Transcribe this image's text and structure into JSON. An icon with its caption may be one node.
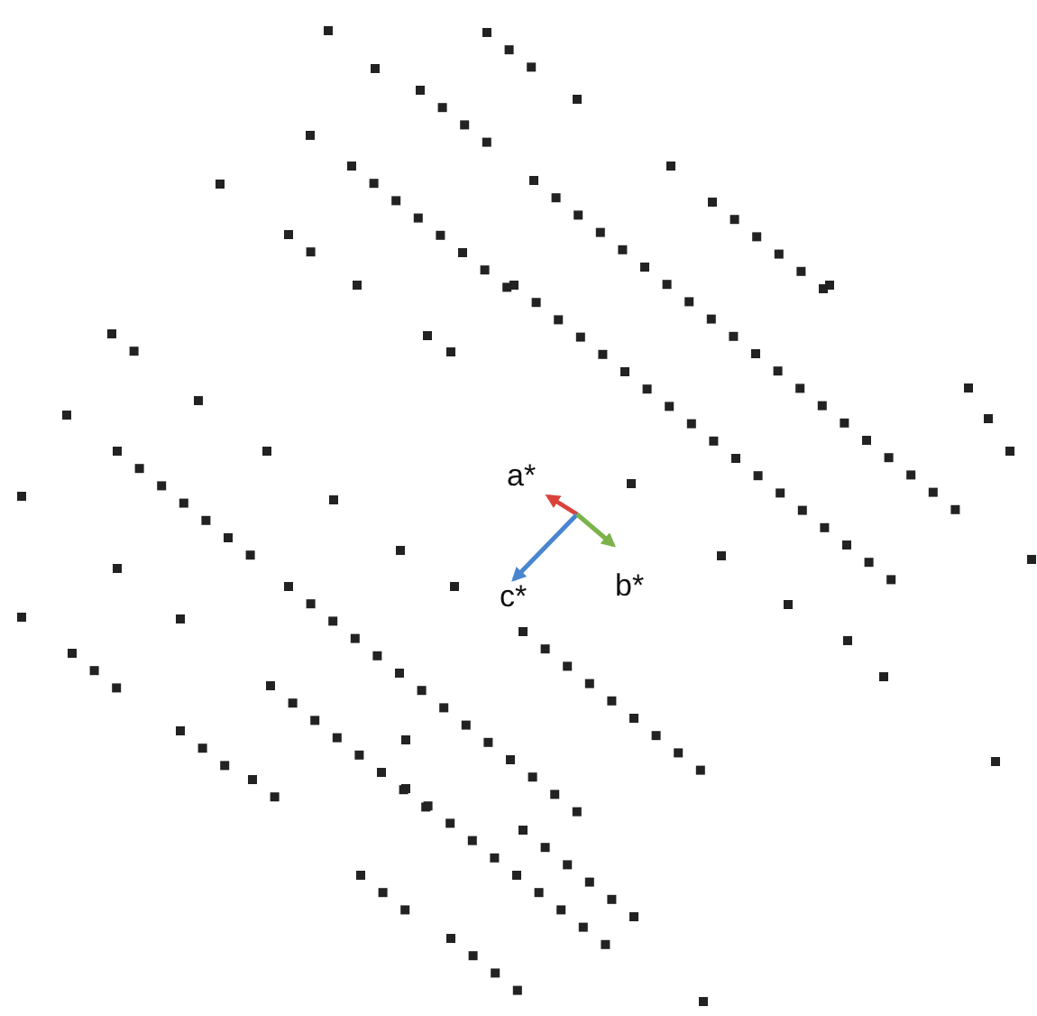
{
  "diagram": {
    "labels": [
      "a*",
      "c*",
      "b*"
    ]
  }
}
